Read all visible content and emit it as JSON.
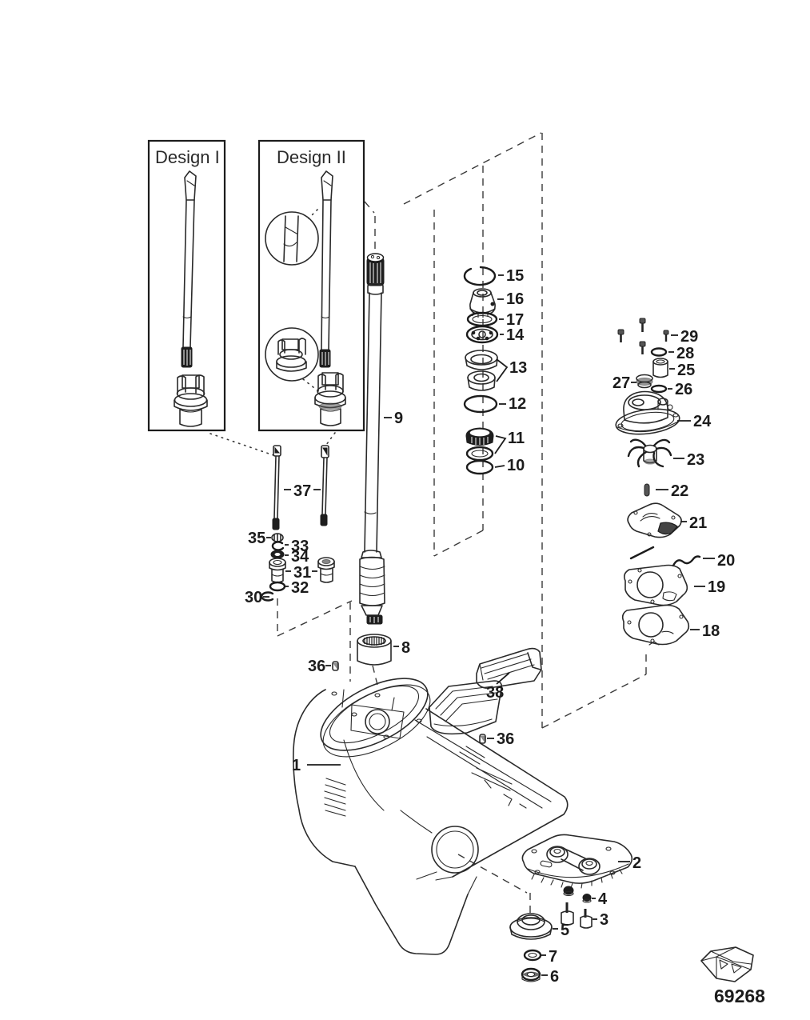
{
  "design": {
    "design_i": "Design I",
    "design_ii": "Design II"
  },
  "footer": {
    "drawing_number": "69268"
  },
  "labels": {
    "part_1": "1",
    "part_2": "2",
    "part_3": "3",
    "part_4": "4",
    "part_5": "5",
    "part_6": "6",
    "part_7": "7",
    "part_8": "8",
    "part_9": "9",
    "part_10": "10",
    "part_11": "11",
    "part_12": "12",
    "part_13": "13",
    "part_14": "14",
    "part_15": "15",
    "part_16": "16",
    "part_17": "17",
    "part_18": "18",
    "part_19": "19",
    "part_20": "20",
    "part_21": "21",
    "part_22": "22",
    "part_23": "23",
    "part_24": "24",
    "part_25": "25",
    "part_26": "26",
    "part_27": "27",
    "part_28": "28",
    "part_29": "29",
    "part_30": "30",
    "part_31": "31",
    "part_32": "32",
    "part_33": "33",
    "part_34": "34",
    "part_35": "35",
    "part_36": "36",
    "part_37": "37",
    "part_38": "38"
  }
}
